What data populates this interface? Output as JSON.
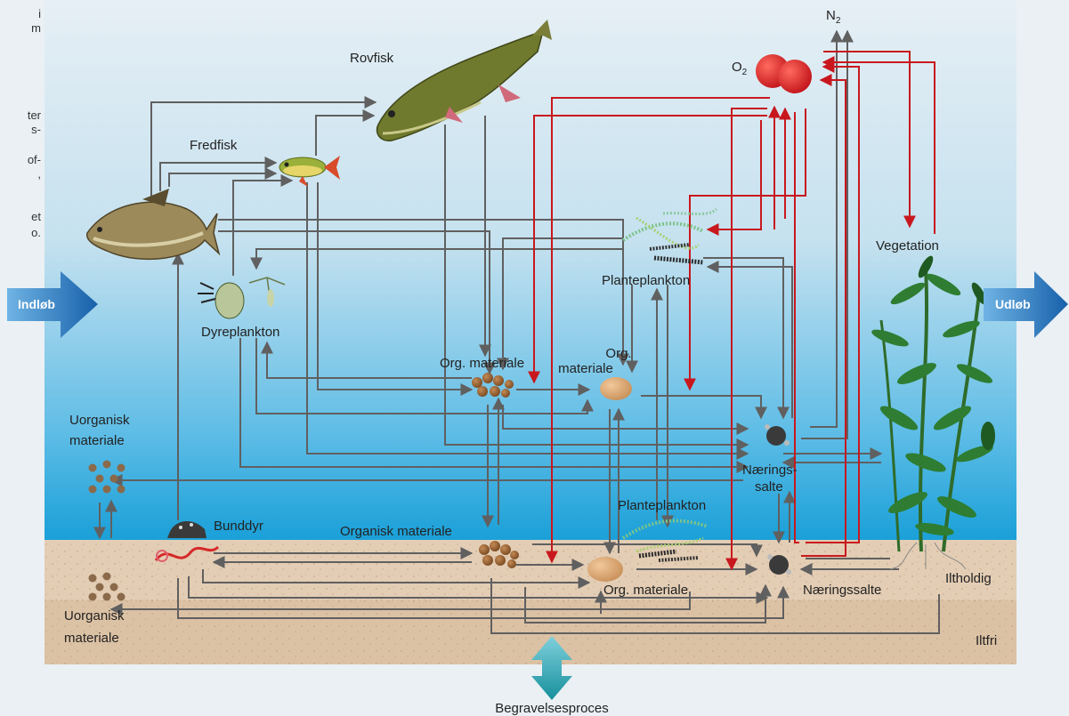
{
  "side_fragments": [
    "i",
    "m",
    "ter",
    "s-",
    "of-",
    ",",
    "et",
    "o."
  ],
  "labels": {
    "rovfisk": "Rovfisk",
    "fredfisk": "Fredfisk",
    "dyreplankton": "Dyreplankton",
    "planteplankton_top": "Planteplankton",
    "planteplankton_bottom": "Planteplankton",
    "vegetation": "Vegetation",
    "o2": "O",
    "o2_sub": "2",
    "n2": "N",
    "n2_sub": "2",
    "org_materiale_1": "Org. materiale",
    "org_materiale_2a": "Org.",
    "org_materiale_2b": "materiale",
    "uorganisk_top_a": "Uorganisk",
    "uorganisk_top_b": "materiale",
    "naeringssalte_a": "Nærings-",
    "naeringssalte_b": "salte",
    "bunddyr": "Bunddyr",
    "organisk_materiale": "Organisk materiale",
    "org_materiale_bottom": "Org. materiale",
    "naeringssalte_bottom": "Næringssalte",
    "iltholdig": "Iltholdig",
    "uorganisk_bottom_a": "Uorganisk",
    "uorganisk_bottom_b": "materiale",
    "iltfri": "Iltfri",
    "begravelse": "Begravelsesproces"
  },
  "flow_arrows": {
    "inlet": "Indløb",
    "outlet": "Udløb"
  },
  "colors": {
    "water_top": "#e4eef4",
    "water_bottom": "#1aa0d8",
    "sediment": "#e3cdb4",
    "sediment_dark": "#d4b99a",
    "flow_line": "#606060",
    "oxygen_line": "#c8181e",
    "arrow_blue": "#1a6fb5"
  }
}
